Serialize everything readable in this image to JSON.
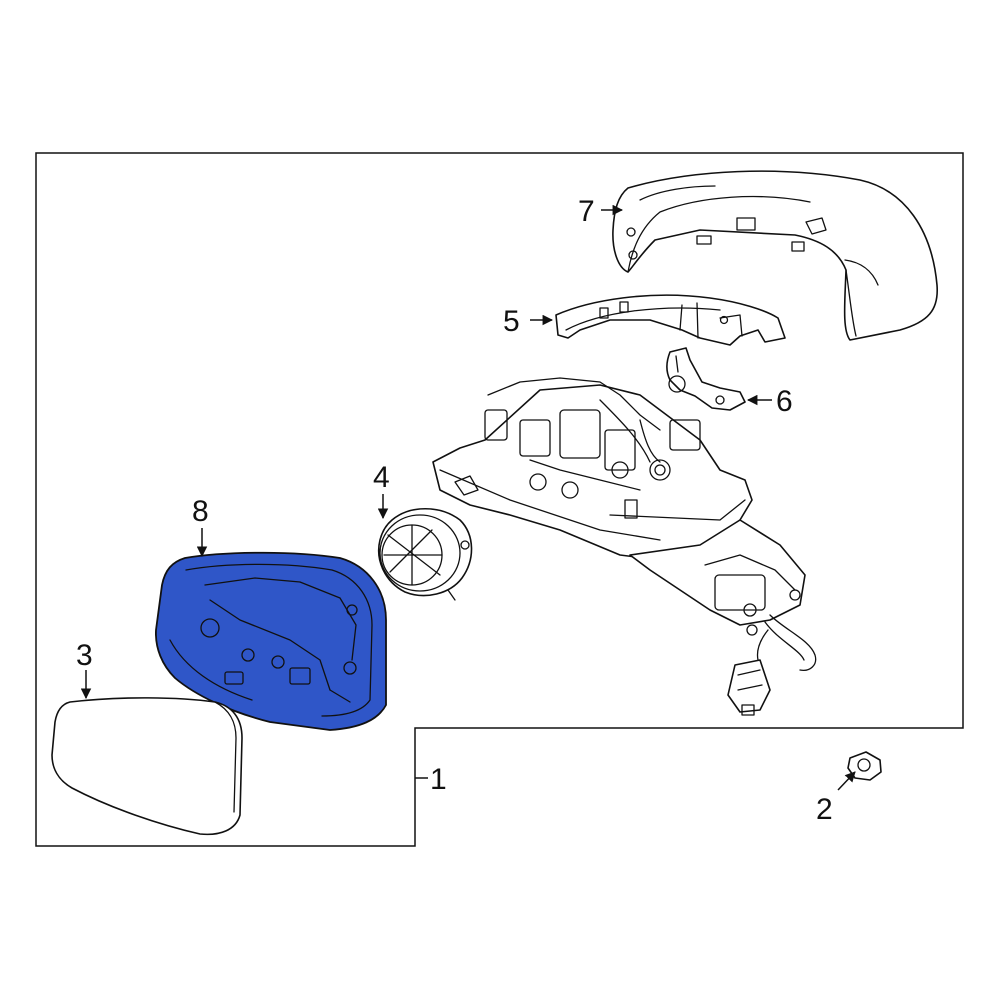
{
  "diagram": {
    "highlight_color": "#2f56c8",
    "callouts": [
      {
        "id": "c1",
        "number": "1",
        "part": "mirror-assembly"
      },
      {
        "id": "c2",
        "number": "2",
        "part": "nut"
      },
      {
        "id": "c3",
        "number": "3",
        "part": "mirror-glass"
      },
      {
        "id": "c4",
        "number": "4",
        "part": "motor"
      },
      {
        "id": "c5",
        "number": "5",
        "part": "signal-lamp"
      },
      {
        "id": "c6",
        "number": "6",
        "part": "bracket"
      },
      {
        "id": "c7",
        "number": "7",
        "part": "mirror-cover"
      },
      {
        "id": "c8",
        "number": "8",
        "part": "mirror-backing-plate"
      }
    ]
  }
}
